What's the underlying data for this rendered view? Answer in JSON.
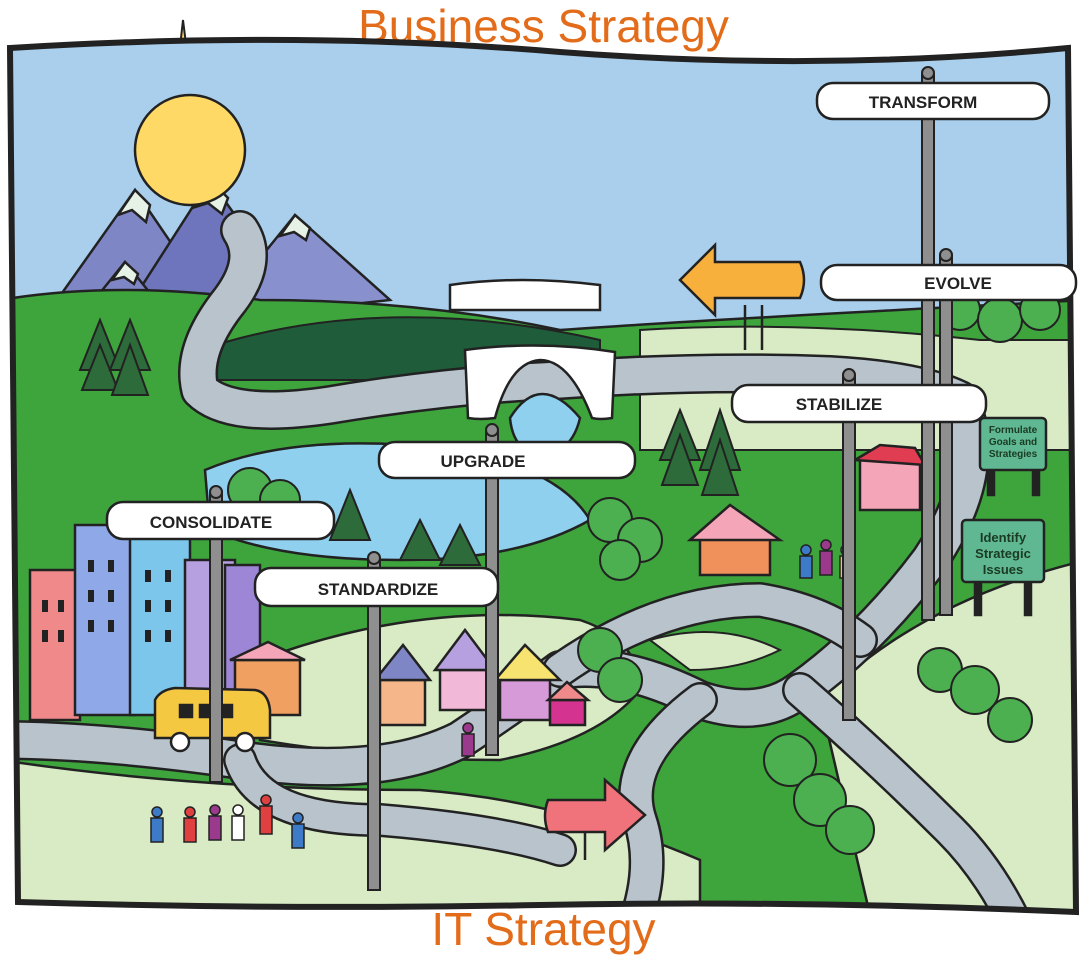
{
  "titles": {
    "top": "Business Strategy",
    "bottom": "IT Strategy"
  },
  "signs": [
    {
      "id": "transform",
      "label": "TRANSFORM"
    },
    {
      "id": "evolve",
      "label": "EVOLVE"
    },
    {
      "id": "stabilize",
      "label": "STABILIZE"
    },
    {
      "id": "upgrade",
      "label": "UPGRADE"
    },
    {
      "id": "consolidate",
      "label": "CONSOLIDATE"
    },
    {
      "id": "standardize",
      "label": "STANDARDIZE"
    }
  ],
  "boards": [
    {
      "id": "formulate",
      "lines": [
        "Formulate",
        "Goals and",
        "Strategies"
      ]
    },
    {
      "id": "identify",
      "lines": [
        "Identify",
        "Strategic",
        "Issues"
      ]
    }
  ],
  "colors": {
    "title": "#E36C1A",
    "sky": "#A9CFEC",
    "grass_dark": "#3EA43C",
    "grass_light": "#D8EBC4",
    "road": "#B8C3CC",
    "water": "#8FD0EE",
    "sun": "#FFD966",
    "mountain": "#7F86C6",
    "signpost": "#8F8F8F",
    "board": "#5FB891",
    "arrow_orange": "#F7B03C",
    "arrow_pink": "#F0737B"
  }
}
